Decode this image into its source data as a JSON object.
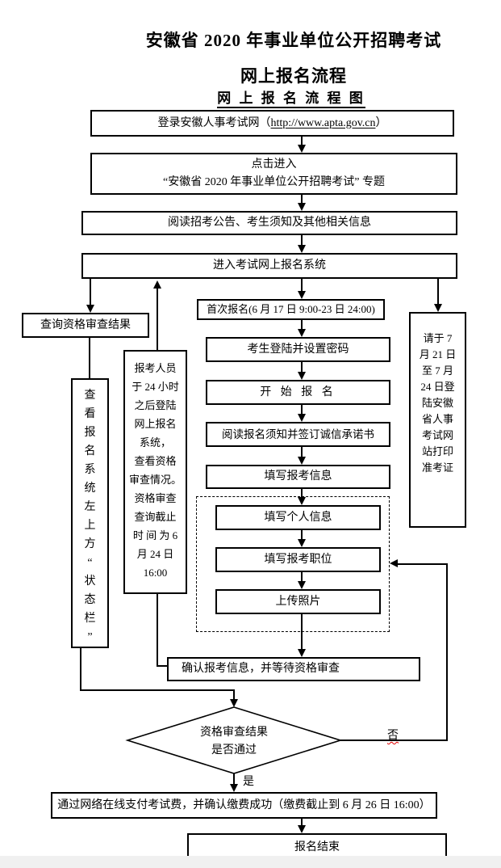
{
  "doc": {
    "title_line1": "安徽省 2020 年事业单位公开招聘考试",
    "title_line2": "网上报名流程",
    "flow_heading": "网 上 报 名 流 程 图"
  },
  "steps": {
    "login_prefix": "登录安徽人事考试网（",
    "login_url": "http://www.apta.gov.cn",
    "login_suffix": "）",
    "topic_line1": "点击进入",
    "topic_line2": "“安徽省 2020 年事业单位公开招聘考试” 专题",
    "read_info": "阅读招考公告、考生须知及其他相关信息",
    "enter_system": "进入考试网上报名系统",
    "first_reg": "首次报名(6 月 17 日 9:00-23 日 24:00)",
    "login_set_pwd": "考生登陆并设置密码",
    "start_reg": "开 始 报 名",
    "read_notice": "阅读报名须知并签订诚信承诺书",
    "fill_info": "填写报考信息",
    "fill_personal": "填写个人信息",
    "fill_position": "填写报考职位",
    "upload_photo": "上传照片",
    "confirm": "确认报考信息，并等待资格审查",
    "pay": "通过网络在线支付考试费，并确认缴费成功（缴费截止到 6 月 26 日 16:00）",
    "end": "报名结束"
  },
  "decision": {
    "line1": "资格审查结果",
    "line2": "是否通过",
    "yes": "是",
    "no": "否"
  },
  "side_left": {
    "query_result": "查询资格审查结果",
    "status_chars": [
      "查",
      "看",
      "报",
      "名",
      "系",
      "统",
      "左",
      "上",
      "方",
      "“",
      "状",
      "态",
      "栏",
      "”"
    ]
  },
  "note": {
    "lines": [
      "报考人员",
      "于 24 小时",
      "之后登陆",
      "网上报名",
      "系统，",
      "查看资格",
      "审查情况。",
      "资格审查",
      "查询截止",
      "时 间 为 6",
      "月 24 日",
      "16:00"
    ]
  },
  "print": {
    "lines": [
      "请于 7",
      "月 21 日",
      "至 7 月",
      "24 日登",
      "陆安徽",
      "省人事",
      "考试网",
      "站打印",
      "准考证"
    ]
  },
  "colors": {
    "line": "#000000",
    "no_wavy_underline": "#e00000",
    "page_edge": "#f0f0f0"
  }
}
